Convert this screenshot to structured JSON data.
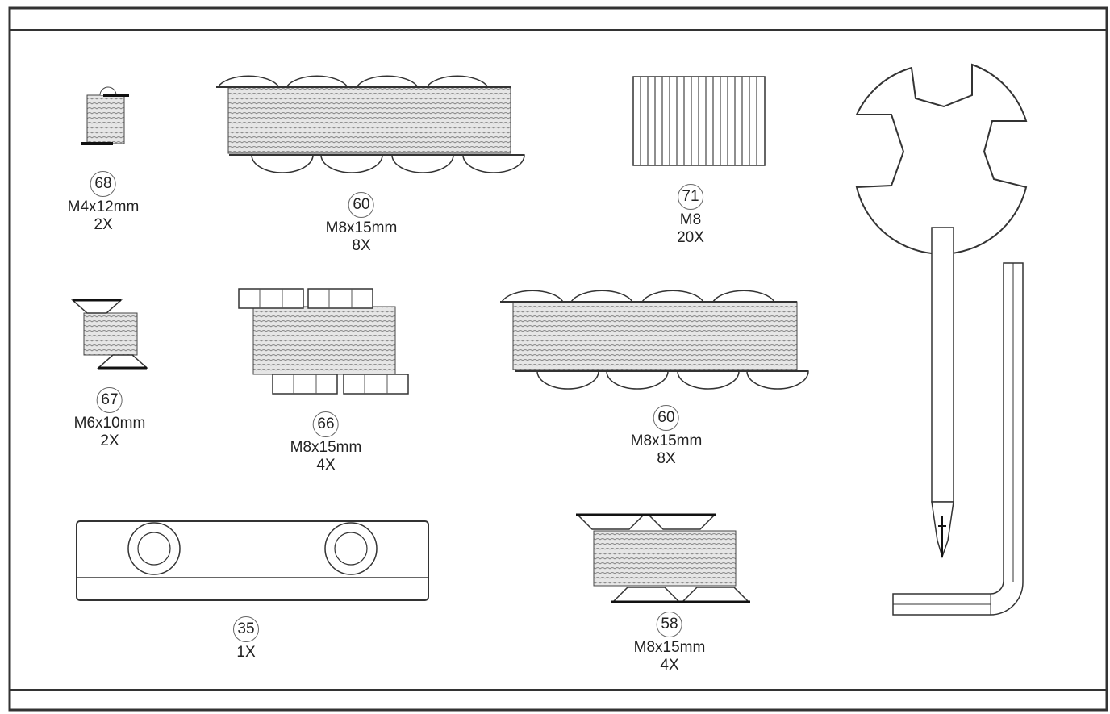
{
  "parts": [
    {
      "id": "part-68",
      "number": "68",
      "size": "M4x12mm",
      "qty": "2X"
    },
    {
      "id": "part-60a",
      "number": "60",
      "size": "M8x15mm",
      "qty": "8X"
    },
    {
      "id": "part-71",
      "number": "71",
      "size": "M8",
      "qty": "20X"
    },
    {
      "id": "part-67",
      "number": "67",
      "size": "M6x10mm",
      "qty": "2X"
    },
    {
      "id": "part-66",
      "number": "66",
      "size": "M8x15mm",
      "qty": "4X"
    },
    {
      "id": "part-60b",
      "number": "60",
      "size": "M8x15mm",
      "qty": "8X"
    },
    {
      "id": "part-35",
      "number": "35",
      "size": "",
      "qty": "1X"
    },
    {
      "id": "part-58",
      "number": "58",
      "size": "M8x15mm",
      "qty": "4X"
    }
  ],
  "tools": [
    {
      "id": "spanner-wrench",
      "icon": "spanner-wrench-icon"
    },
    {
      "id": "screwdriver",
      "icon": "phillips-screwdriver-icon"
    },
    {
      "id": "allen-key",
      "icon": "allen-key-icon"
    }
  ],
  "colors": {
    "line": "#222222",
    "screw_fill": "#bdbdbd",
    "background": "#ffffff"
  }
}
